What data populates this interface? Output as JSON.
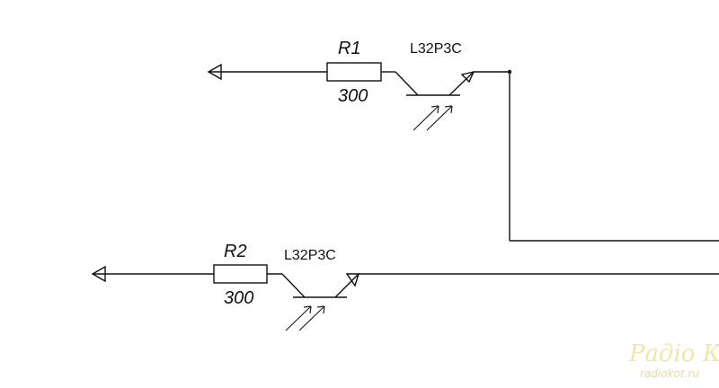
{
  "circuit": {
    "r1": {
      "ref": "R1",
      "value": "300"
    },
    "q1": {
      "part": "L32P3C"
    },
    "r2": {
      "ref": "R2",
      "value": "300"
    },
    "q2": {
      "part": "L32P3C"
    }
  },
  "watermark": {
    "title": "Радіо КОТ",
    "url": "radiokot.ru"
  }
}
